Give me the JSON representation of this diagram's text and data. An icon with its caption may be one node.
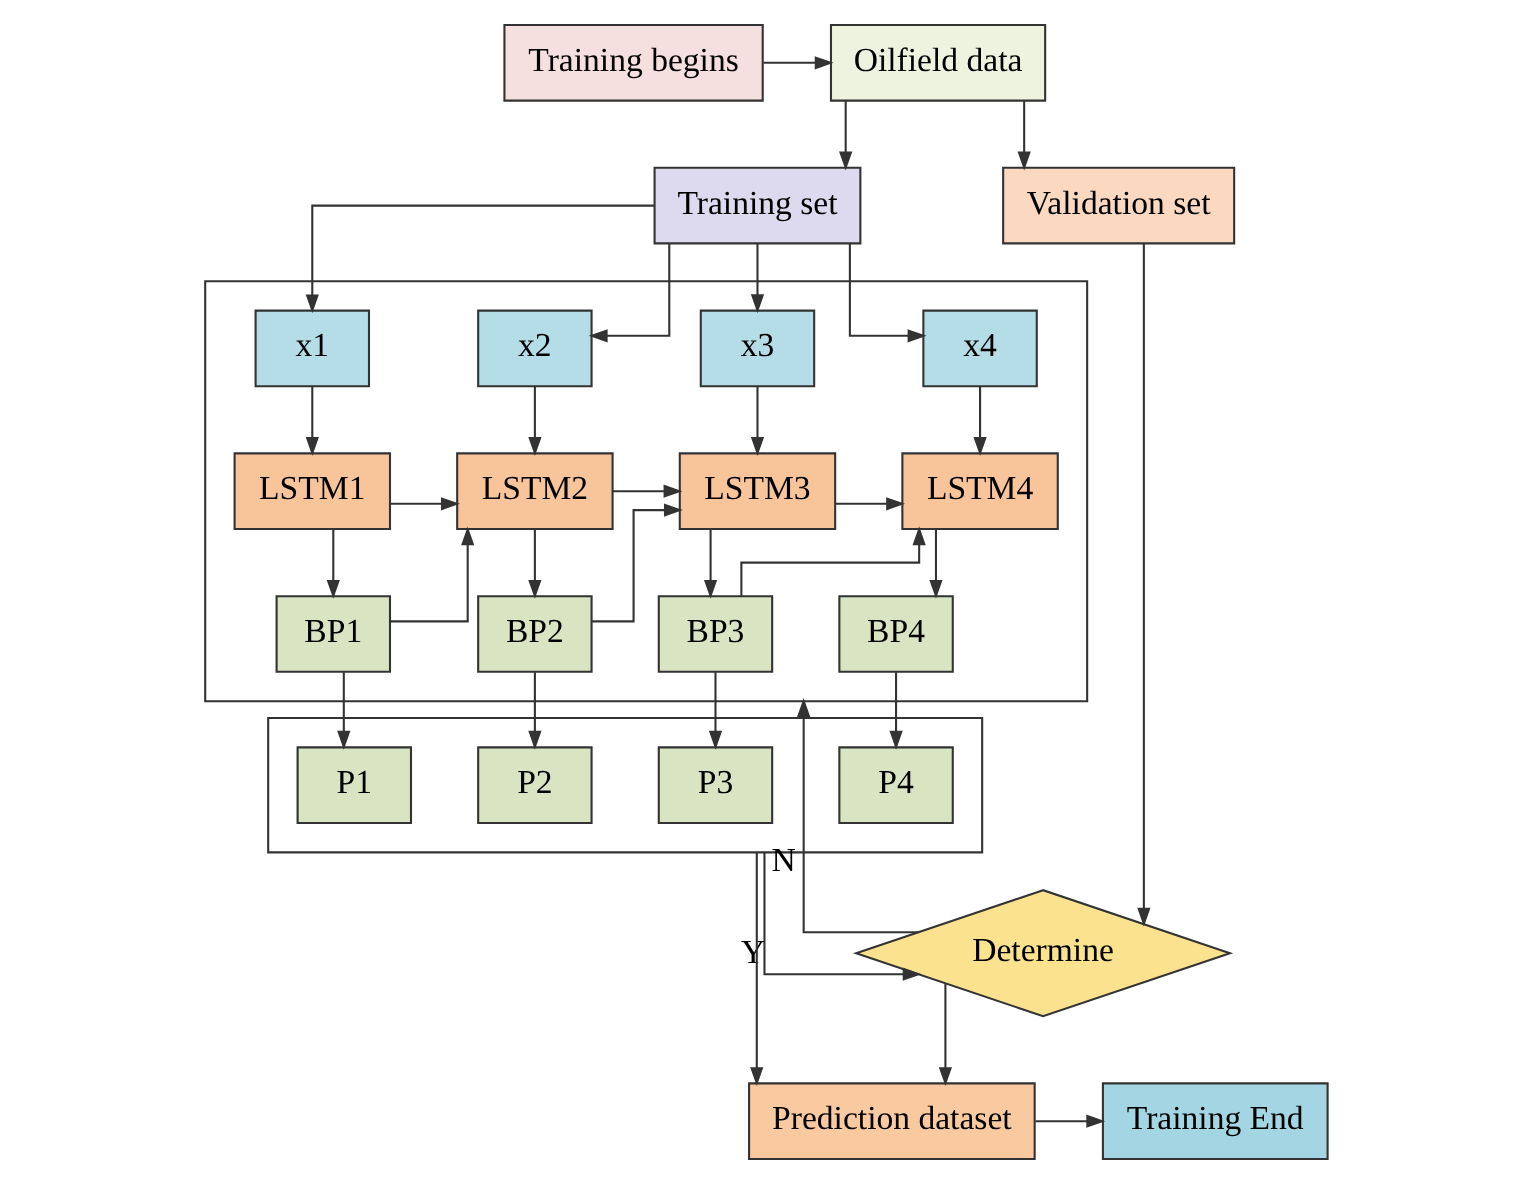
{
  "diagram": {
    "nodes": [
      {
        "text": [
          "Training begins"
        ]
      },
      {
        "text": [
          "Oilfield data"
        ]
      },
      {
        "text": [
          "Training set"
        ]
      },
      {
        "text": [
          "Validation set"
        ]
      },
      {
        "text": [],
        "shape": "box"
      },
      {
        "text": [
          "x1"
        ],
        "in": 4
      },
      {
        "text": [
          "x2"
        ],
        "in": 4
      },
      {
        "text": [
          "x3"
        ],
        "in": 4
      },
      {
        "text": [
          "x4"
        ],
        "in": 4
      },
      {
        "text": [
          "LSTM1"
        ],
        "in": 4
      },
      {
        "text": [
          "LSTM2"
        ],
        "in": 4
      },
      {
        "text": [
          "LSTM3"
        ],
        "in": 4
      },
      {
        "text": [
          "LSTM4"
        ],
        "in": 4
      },
      {
        "text": [
          "BP1"
        ],
        "in": 4
      },
      {
        "text": [
          "BP2"
        ],
        "in": 4
      },
      {
        "text": [
          "BP3"
        ],
        "in": 4
      },
      {
        "text": [
          "BP4"
        ],
        "in": 4
      },
      {
        "text": [
          "Determine"
        ]
      },
      {
        "text": [],
        "shape": "box"
      },
      {
        "text": [
          "P1"
        ],
        "in": 18
      },
      {
        "text": [
          "P2"
        ],
        "in": 18
      },
      {
        "text": [
          "P3"
        ],
        "in": 18
      },
      {
        "text": [
          "P4"
        ],
        "in": 18
      },
      {
        "text": [
          "Prediction dataset"
        ]
      },
      {
        "text": [
          "Training End"
        ]
      }
    ],
    "edges": [
      {
        "from": 0,
        "to": 1,
        "arrow": "to"
      },
      {
        "from": 1,
        "to": 2,
        "arrow": "to"
      },
      {
        "from": 1,
        "to": 3,
        "arrow": "to"
      },
      {
        "from": 2,
        "to": 5,
        "arrow": "to"
      },
      {
        "from": 2,
        "to": 6,
        "arrow": "to"
      },
      {
        "from": 2,
        "to": 7,
        "arrow": "to"
      },
      {
        "from": 2,
        "to": 8,
        "arrow": "to"
      },
      {
        "from": 5,
        "to": 9,
        "arrow": "to"
      },
      {
        "from": 6,
        "to": 10,
        "arrow": "to"
      },
      {
        "from": 7,
        "to": 11,
        "arrow": "to"
      },
      {
        "from": 8,
        "to": 12,
        "arrow": "to"
      },
      {
        "from": 9,
        "to": 13,
        "arrow": "to"
      },
      {
        "from": 10,
        "to": 14,
        "arrow": "to"
      },
      {
        "from": 11,
        "to": 15,
        "arrow": "to"
      },
      {
        "from": 12,
        "to": 16,
        "arrow": "to"
      },
      {
        "from": 9,
        "to": 10,
        "arrow": "to"
      },
      {
        "from": 13,
        "to": 10,
        "arrow": "to"
      },
      {
        "from": 10,
        "to": 11,
        "arrow": "to"
      },
      {
        "from": 14,
        "to": 11,
        "arrow": "to"
      },
      {
        "from": 11,
        "to": 12,
        "arrow": "to"
      },
      {
        "from": 15,
        "to": 12,
        "arrow": "to"
      },
      {
        "from": 13,
        "to": 19,
        "arrow": "to"
      },
      {
        "from": 14,
        "to": 20,
        "arrow": "to"
      },
      {
        "from": 15,
        "to": 21,
        "arrow": "to"
      },
      {
        "from": 16,
        "to": 22,
        "arrow": "to"
      },
      {
        "from": 3,
        "to": 17,
        "arrow": "to"
      },
      {
        "from": 17,
        "to": 4,
        "arrow": "to",
        "label": "N"
      },
      {
        "from": 18,
        "to": 17,
        "arrow": "to",
        "label": "Y"
      },
      {
        "from": 17,
        "to": 23,
        "arrow": "to"
      },
      {
        "from": 18,
        "to": 23,
        "arrow": "to"
      },
      {
        "from": 23,
        "to": 24,
        "arrow": "to"
      }
    ]
  }
}
